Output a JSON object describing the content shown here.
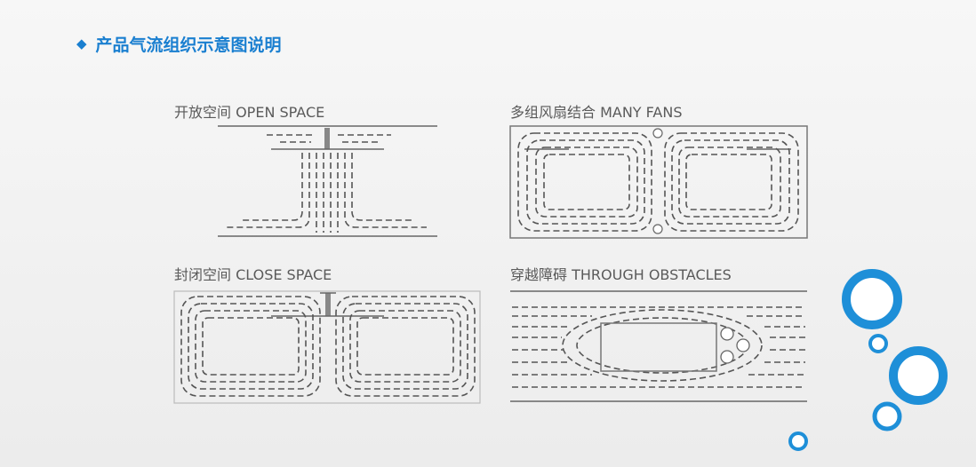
{
  "heading": {
    "icon": "diamond-bullet-icon",
    "text": "产品气流组织示意图说明"
  },
  "panels": {
    "open_space": "开放空间 OPEN SPACE",
    "many_fans": "多组风扇结合 MANY FANS",
    "close_space": "封闭空间 CLOSE SPACE",
    "through_obstacles": "穿越障碍 THROUGH OBSTACLES"
  },
  "colors": {
    "accent": "#1a7fd0",
    "ring": "#1e8fd8",
    "line": "#555555"
  }
}
